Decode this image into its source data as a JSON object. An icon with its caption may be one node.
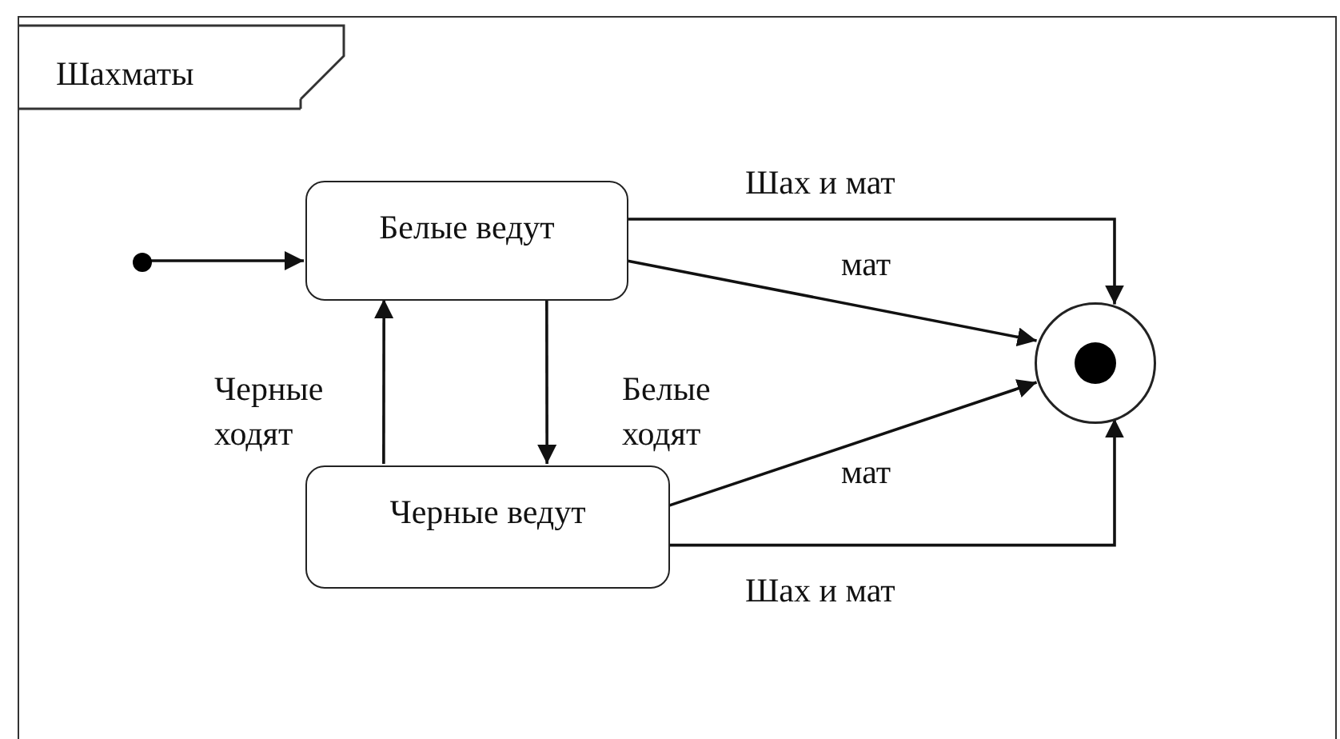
{
  "diagram": {
    "nodes": [
      {
        "text": [
          "Шахматы"
        ]
      },
      {
        "text": [],
        "shape": "dot",
        "in": 0
      },
      {
        "text": [
          "Белые ведут"
        ],
        "in": 0
      },
      {
        "text": [
          "Черные ведут"
        ],
        "in": 0
      },
      {
        "text": [],
        "shape": "bullseye",
        "in": 0
      }
    ],
    "edges": [
      {
        "from": 1,
        "to": 2,
        "arrow": "to"
      },
      {
        "from": 2,
        "to": 3,
        "arrow": "to",
        "label": "Белые ходят"
      },
      {
        "from": 3,
        "to": 2,
        "arrow": "to",
        "label": "Черные ходят"
      },
      {
        "from": 2,
        "to": 4,
        "arrow": "to",
        "label": "Шах и мат"
      },
      {
        "from": 2,
        "to": 4,
        "arrow": "to",
        "label": "мат"
      },
      {
        "from": 3,
        "to": 4,
        "arrow": "to",
        "label": "мат"
      },
      {
        "from": 3,
        "to": 4,
        "arrow": "to",
        "label": "Шах и мат"
      }
    ]
  }
}
